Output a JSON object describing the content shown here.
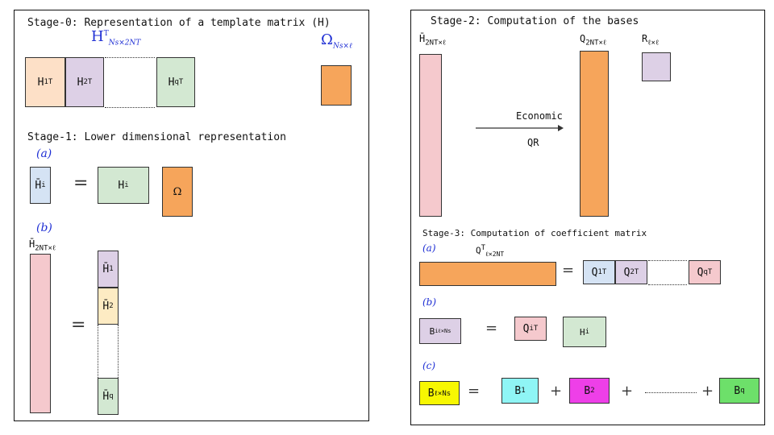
{
  "left": {
    "stage0_title": "Stage-0: Representation of a template matrix (H)",
    "H_template": "H",
    "H_template_sup": "T",
    "H_template_sub": "Ns×2NT",
    "omega_label": "Ω",
    "omega_sub": "Ns×ℓ",
    "h1": "H",
    "h1_sub": "1",
    "h1_sup": "T",
    "h2": "H",
    "h2_sub": "2",
    "h2_sup": "T",
    "hq": "H",
    "hq_sub": "q",
    "hq_sup": "T",
    "stage1_title": "Stage-1: Lower dimensional representation",
    "a_label": "(a)",
    "hbar_i": "H̄",
    "hbar_i_sub": "i",
    "eq1": "=",
    "h_i": "H",
    "h_i_sub": "i",
    "omega_box": "Ω",
    "b_label": "(b)",
    "hbar_big": "H̄",
    "hbar_big_sub": "2NT×ℓ",
    "eq2": "=",
    "hb1": "H̄",
    "hb1_sub": "1",
    "hb2": "H̄",
    "hb2_sub": "2",
    "hbq": "H̄",
    "hbq_sub": "q"
  },
  "right": {
    "stage2_title": "Stage-2: Computation of the bases",
    "hbar_label": "H̄",
    "hbar_sub": "2NT×ℓ",
    "q_label": "Q",
    "q_sub": "2NT×ℓ",
    "r_label": "R",
    "r_sub": "ℓ×ℓ",
    "arrow_top": "Economic",
    "arrow_bottom": "QR",
    "stage3_title": "Stage-3: Computation of coefficient matrix",
    "a_label": "(a)",
    "qt_label": "Q",
    "qt_sup": "T",
    "qt_sub": "ℓ×2NT",
    "eq_a": "=",
    "q1": "Q",
    "q1_sub": "1",
    "q1_sup": "T",
    "q2": "Q",
    "q2_sub": "2",
    "q2_sup": "T",
    "qq": "Q",
    "qq_sub": "q",
    "qq_sup": "T",
    "b_label": "(b)",
    "bi": "B",
    "bi_sub": "iℓ×Ns",
    "eq_b": "=",
    "qi": "Q",
    "qi_sub": "i",
    "qi_sup": "T",
    "hi": "H",
    "hi_sub": "i",
    "c_label": "(c)",
    "b_total": "B",
    "b_total_sub": "ℓ×Ns",
    "eq_c": "=",
    "b1": "B",
    "b1_sub": "1",
    "plus1": "+",
    "b2": "B",
    "b2_sub": "2",
    "plus2": "+",
    "plus3": "+",
    "bq": "B",
    "bq_sub": "q"
  },
  "colors": {
    "blue_label": "#1f2fd4",
    "pink": "#f5c9cd",
    "orange": "#f6a55b",
    "lavender": "#ddd0e6",
    "mint": "#d3e8d2"
  }
}
